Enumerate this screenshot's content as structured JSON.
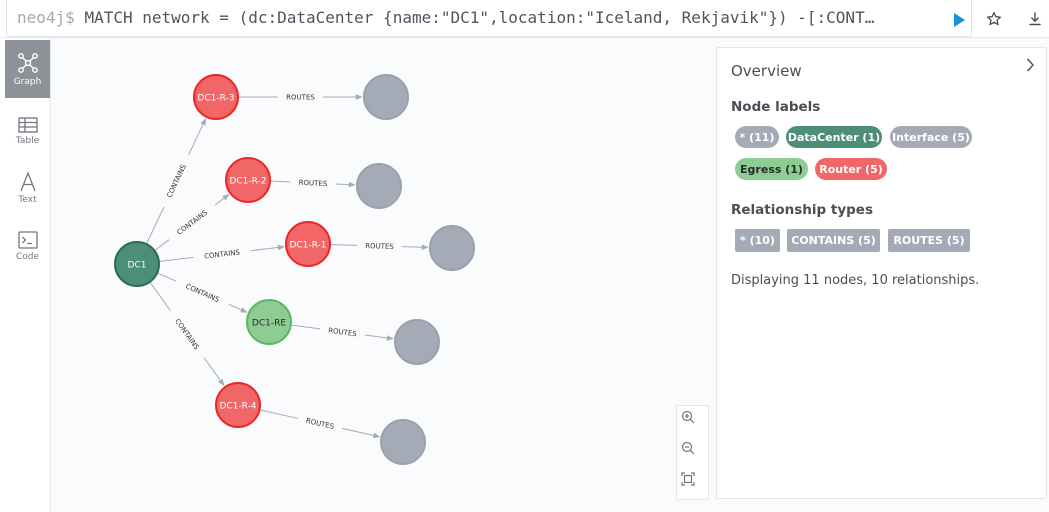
{
  "query": {
    "prompt": "neo4j$",
    "text": "MATCH network = (dc:DataCenter {name:\"DC1\",location:\"Iceland, Rekjavik\"}) -[:CONT…"
  },
  "toolbar": {
    "run_icon": "play-icon",
    "favorite_icon": "star-icon",
    "download_icon": "download-icon"
  },
  "views": [
    {
      "label": "Graph",
      "icon": "graph-icon",
      "active": true
    },
    {
      "label": "Table",
      "icon": "table-icon",
      "active": false
    },
    {
      "label": "Text",
      "icon": "text-icon",
      "active": false
    },
    {
      "label": "Code",
      "icon": "code-icon",
      "active": false
    }
  ],
  "graph": {
    "colors": {
      "datacenter": "#4c8f76",
      "router": "#f16667",
      "egress": "#8dcc93",
      "interface": "#a5abb6",
      "edge": "#a5abb6"
    },
    "nodes": [
      {
        "id": "dc1",
        "label": "DC1",
        "type": "datacenter"
      },
      {
        "id": "r3",
        "label": "DC1-R-3",
        "type": "router"
      },
      {
        "id": "r2",
        "label": "DC1-R-2",
        "type": "router"
      },
      {
        "id": "r1",
        "label": "DC1-R-1",
        "type": "router"
      },
      {
        "id": "re",
        "label": "DC1-RE",
        "type": "egress"
      },
      {
        "id": "r4",
        "label": "DC1-R-4",
        "type": "router"
      },
      {
        "id": "i3",
        "label": "",
        "type": "interface"
      },
      {
        "id": "i2",
        "label": "",
        "type": "interface"
      },
      {
        "id": "i1",
        "label": "",
        "type": "interface"
      },
      {
        "id": "ie",
        "label": "",
        "type": "interface"
      },
      {
        "id": "i4",
        "label": "",
        "type": "interface"
      }
    ],
    "edges": [
      {
        "from": "dc1",
        "to": "r3",
        "label": "CONTAINS"
      },
      {
        "from": "dc1",
        "to": "r2",
        "label": "CONTAINS"
      },
      {
        "from": "dc1",
        "to": "r1",
        "label": "CONTAINS"
      },
      {
        "from": "dc1",
        "to": "re",
        "label": "CONTAINS"
      },
      {
        "from": "dc1",
        "to": "r4",
        "label": "CONTAINS"
      },
      {
        "from": "r3",
        "to": "i3",
        "label": "ROUTES"
      },
      {
        "from": "r2",
        "to": "i2",
        "label": "ROUTES"
      },
      {
        "from": "r1",
        "to": "i1",
        "label": "ROUTES"
      },
      {
        "from": "re",
        "to": "ie",
        "label": "ROUTES"
      },
      {
        "from": "r4",
        "to": "i4",
        "label": "ROUTES"
      }
    ]
  },
  "zoom": {
    "in_icon": "zoom-in-icon",
    "out_icon": "zoom-out-icon",
    "fit_icon": "fit-screen-icon"
  },
  "overview": {
    "title": "Overview",
    "node_labels_heading": "Node labels",
    "node_labels": [
      {
        "text": "* (11)",
        "bg": "#a5abb6",
        "fg": "#ffffff"
      },
      {
        "text": "DataCenter (1)",
        "bg": "#4c8f76",
        "fg": "#ffffff"
      },
      {
        "text": "Interface (5)",
        "bg": "#a5abb6",
        "fg": "#ffffff"
      },
      {
        "text": "Egress (1)",
        "bg": "#8dcc93",
        "fg": "#2a2a2a"
      },
      {
        "text": "Router (5)",
        "bg": "#f16667",
        "fg": "#ffffff"
      }
    ],
    "relationship_types_heading": "Relationship types",
    "relationship_types": [
      {
        "text": "* (10)"
      },
      {
        "text": "CONTAINS (5)"
      },
      {
        "text": "ROUTES (5)"
      }
    ],
    "summary": "Displaying 11 nodes, 10 relationships."
  }
}
